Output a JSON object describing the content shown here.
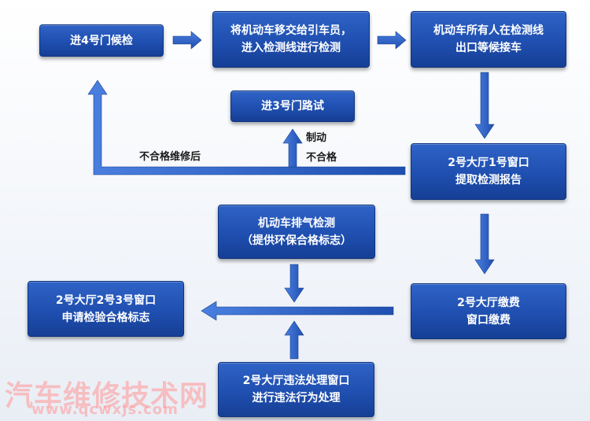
{
  "nodes": {
    "n1": {
      "lines": [
        "进4号门候检"
      ]
    },
    "n2": {
      "lines": [
        "将机动车移交给引车员，",
        "进入检测线进行检测"
      ]
    },
    "n3": {
      "lines": [
        "机动车所有人在检测线",
        "出口等候接车"
      ]
    },
    "n4": {
      "lines": [
        "进3号门路试"
      ]
    },
    "n5": {
      "lines": [
        "2号大厅1号窗口",
        "提取检测报告"
      ]
    },
    "n6": {
      "lines": [
        "机动车排气检测",
        "（提供环保合格标志）"
      ]
    },
    "n7": {
      "lines": [
        "2号大厅缴费",
        "窗口缴费"
      ]
    },
    "n8": {
      "lines": [
        "2号大厅2号3号窗口",
        "申请检验合格标志"
      ]
    },
    "n9": {
      "lines": [
        "2号大厅违法处理窗口",
        "进行违法行为处理"
      ]
    }
  },
  "labels": {
    "fail_repair": "不合格维修后",
    "brake_fail_1": "制动",
    "brake_fail_2": "不合格"
  },
  "watermark": {
    "text": "汽车维修技术网",
    "url": "www.qcwxjs.com"
  },
  "colors": {
    "box": "#1f4fb0",
    "arrow": "#2f63c6"
  }
}
